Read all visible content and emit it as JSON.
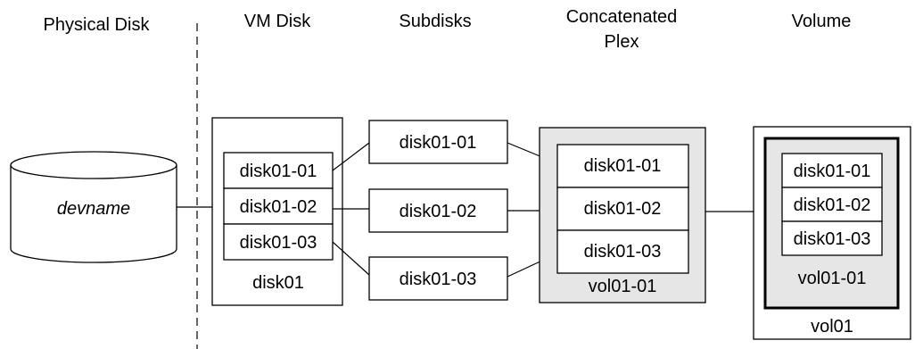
{
  "headers": {
    "physical_disk": "Physical Disk",
    "vm_disk": "VM Disk",
    "subdisks": "Subdisks",
    "plex_line1": "Concatenated",
    "plex_line2": "Plex",
    "volume": "Volume"
  },
  "physical_disk": {
    "device": "devname"
  },
  "vm_disk": {
    "name": "disk01",
    "subdisks": [
      "disk01-01",
      "disk01-02",
      "disk01-03"
    ]
  },
  "subdisks": [
    "disk01-01",
    "disk01-02",
    "disk01-03"
  ],
  "plex": {
    "name": "vol01-01",
    "subdisks": [
      "disk01-01",
      "disk01-02",
      "disk01-03"
    ]
  },
  "volume": {
    "name": "vol01",
    "plex_name": "vol01-01",
    "subdisks": [
      "disk01-01",
      "disk01-02",
      "disk01-03"
    ]
  },
  "colors": {
    "shade": "#e6e6e6",
    "line": "#000000"
  }
}
